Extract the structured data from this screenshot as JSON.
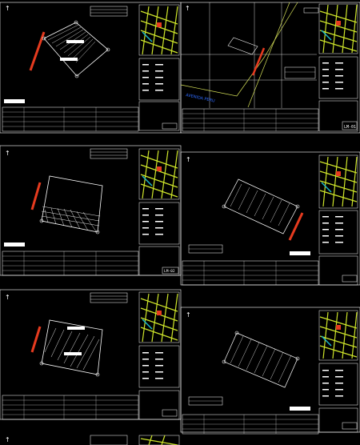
{
  "view": {
    "background": "#000000"
  },
  "colors": {
    "line": "#ffffff",
    "accent_red": "#e63b1f",
    "map_green": "#cfe62b",
    "map_cyan": "#19b7c9",
    "polyline_yellow": "#d8e35a",
    "annotation_blue": "#2f6bff"
  },
  "sheets": [
    {
      "id": "s1",
      "code": "",
      "map_street_label": ""
    },
    {
      "id": "s2",
      "code": "LM-01",
      "map_street_label": ""
    },
    {
      "id": "s3",
      "code": "LM-02",
      "map_street_label": ""
    },
    {
      "id": "s4",
      "code": "",
      "map_street_label": ""
    },
    {
      "id": "s5",
      "code": "",
      "map_street_label": ""
    },
    {
      "id": "s6",
      "code": "",
      "map_street_label": ""
    }
  ],
  "icons": {
    "north_arrow": "north-arrow-icon",
    "parcel": "parcel-hatch-icon",
    "minimap": "location-map-icon"
  },
  "annotations": {
    "blue_street_label": "AVENIDA PERU"
  }
}
